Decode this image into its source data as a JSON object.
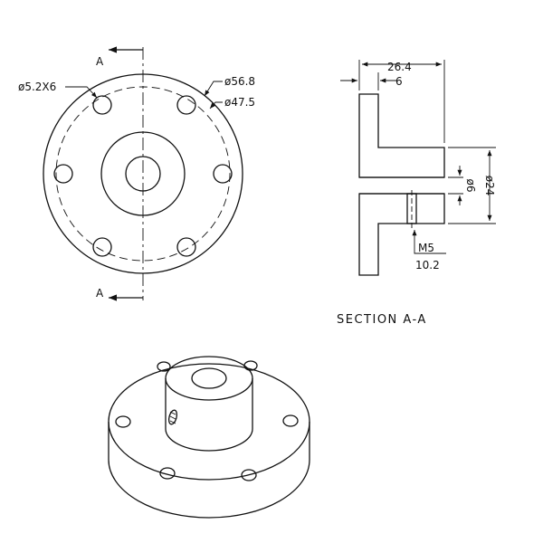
{
  "front_view": {
    "section_mark_top": "A",
    "section_mark_bottom": "A",
    "hole_callout": "ø5.2X6",
    "outer_diameter": "ø56.8",
    "bolt_circle": "ø47.5"
  },
  "section_view": {
    "length_total": "26.4",
    "flange_thickness": "6",
    "bore_diameter": "ø6",
    "hub_diameter": "ø24",
    "setscrew_thread": "M5",
    "setscrew_position": "10.2",
    "title": "SECTION  A-A"
  }
}
